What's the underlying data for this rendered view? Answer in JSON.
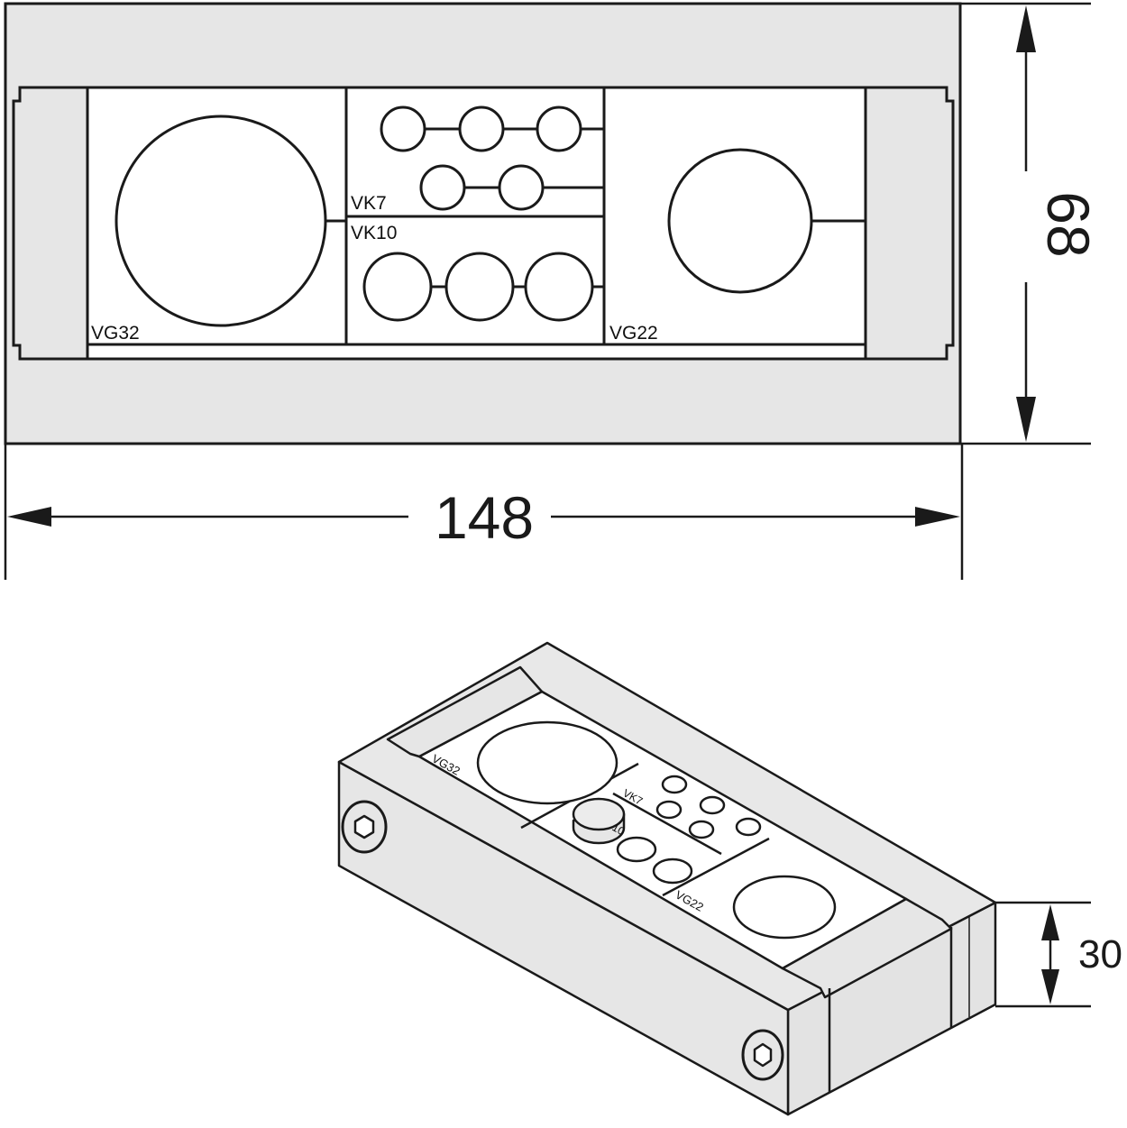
{
  "dimensions": {
    "width": "148",
    "height": "68",
    "depth": "30"
  },
  "modules": {
    "vg32": "VG32",
    "vk7": "VK7",
    "vk10": "VK10",
    "vg22": "VG22"
  },
  "iso_labels": {
    "vg32": "VG32",
    "vk7": "VK7",
    "vk10": "10",
    "vg22": "VG22"
  },
  "colors": {
    "frame": "#e6e6e6",
    "insert": "#ffffff",
    "stroke": "#1a1a1a"
  }
}
